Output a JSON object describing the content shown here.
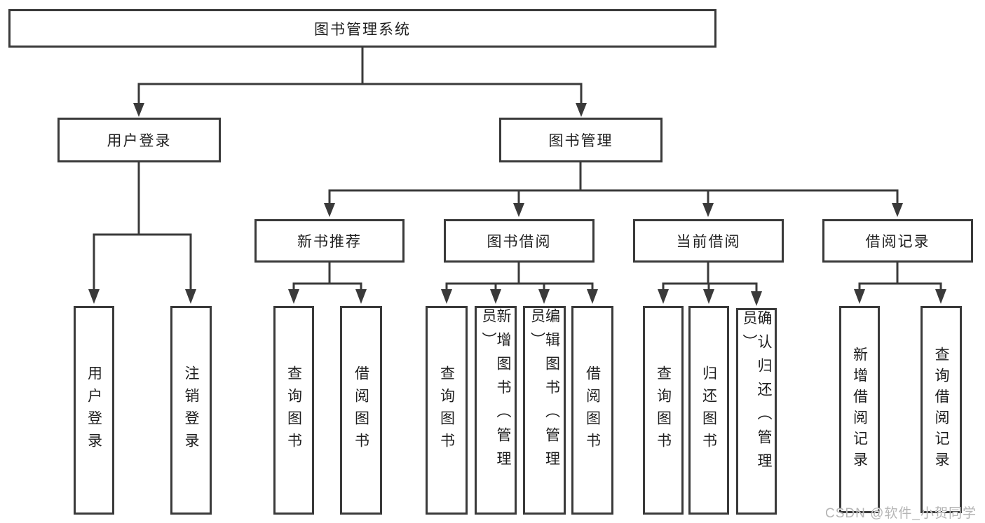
{
  "diagram": {
    "root": {
      "label": "图书管理系统"
    },
    "branches": [
      {
        "label": "用户登录",
        "children": [
          {
            "label": "用户登录"
          },
          {
            "label": "注销登录"
          }
        ]
      },
      {
        "label": "图书管理",
        "children": [
          {
            "label": "新书推荐",
            "children": [
              {
                "label": "查询图书"
              },
              {
                "label": "借阅图书"
              }
            ]
          },
          {
            "label": "图书借阅",
            "children": [
              {
                "label": "查询图书"
              },
              {
                "label": "新增图书（管理员）"
              },
              {
                "label": "编辑图书（管理员）"
              },
              {
                "label": "借阅图书"
              }
            ]
          },
          {
            "label": "当前借阅",
            "children": [
              {
                "label": "查询图书"
              },
              {
                "label": "归还图书"
              },
              {
                "label": "确认归还（管理员）"
              }
            ]
          },
          {
            "label": "借阅记录",
            "children": [
              {
                "label": "新增借阅记录"
              },
              {
                "label": "查询借阅记录"
              }
            ]
          }
        ]
      }
    ]
  },
  "watermark": {
    "text": "CSDN @软件_小贺同学"
  },
  "colors": {
    "line": "#3a3a3a",
    "text": "#1e1e1e",
    "watermark": "#b5b5b5",
    "background": "#ffffff"
  }
}
